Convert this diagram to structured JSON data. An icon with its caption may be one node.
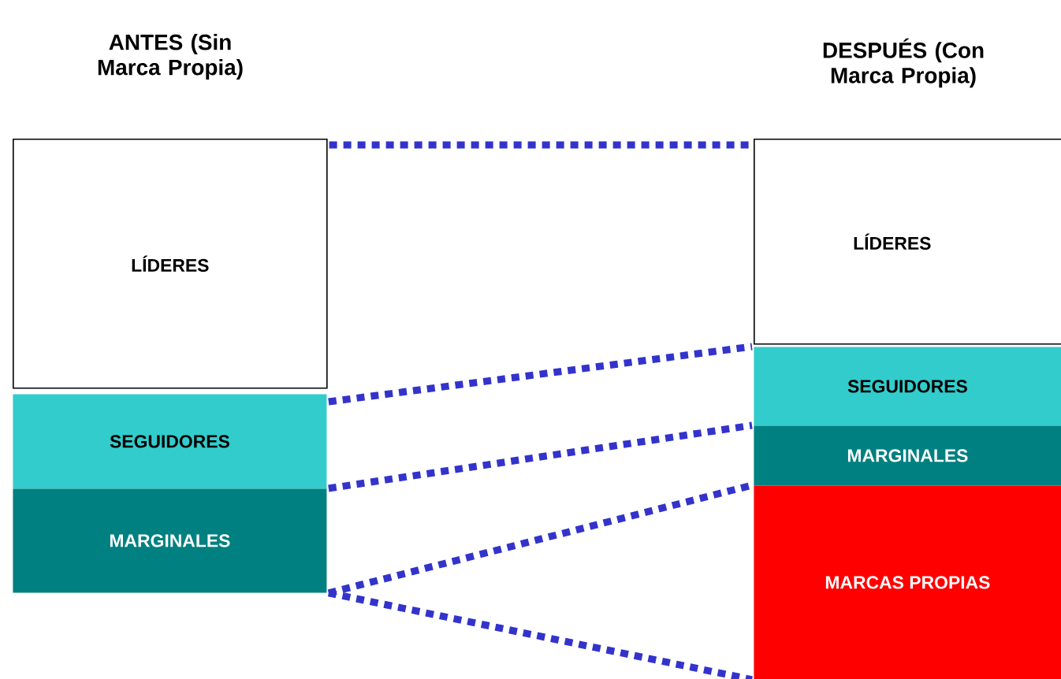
{
  "diagram": {
    "nodes": [
      {
        "text": [
          "LÍDERES"
        ]
      },
      {
        "text": [
          "SEGUIDORES"
        ]
      },
      {
        "text": [
          "MARGINALES"
        ]
      },
      {
        "text": [
          "LÍDERES"
        ]
      },
      {
        "text": [
          "SEGUIDORES"
        ]
      },
      {
        "text": [
          "MARGINALES"
        ]
      },
      {
        "text": [
          "MARCAS PROPIAS"
        ]
      }
    ],
    "edges": [
      {
        "from": 0,
        "to": 3,
        "arrow": "none"
      },
      {
        "from": 1,
        "to": 4,
        "arrow": "none"
      },
      {
        "from": 2,
        "to": 5,
        "arrow": "none"
      },
      {
        "from": 2,
        "to": 6,
        "arrow": "none"
      },
      {
        "from": 2,
        "to": 6,
        "arrow": "none"
      }
    ],
    "labels": [
      "ANTES (Sin Marca Propia)",
      "DESPUÉS (Con Marca Propia)"
    ]
  }
}
